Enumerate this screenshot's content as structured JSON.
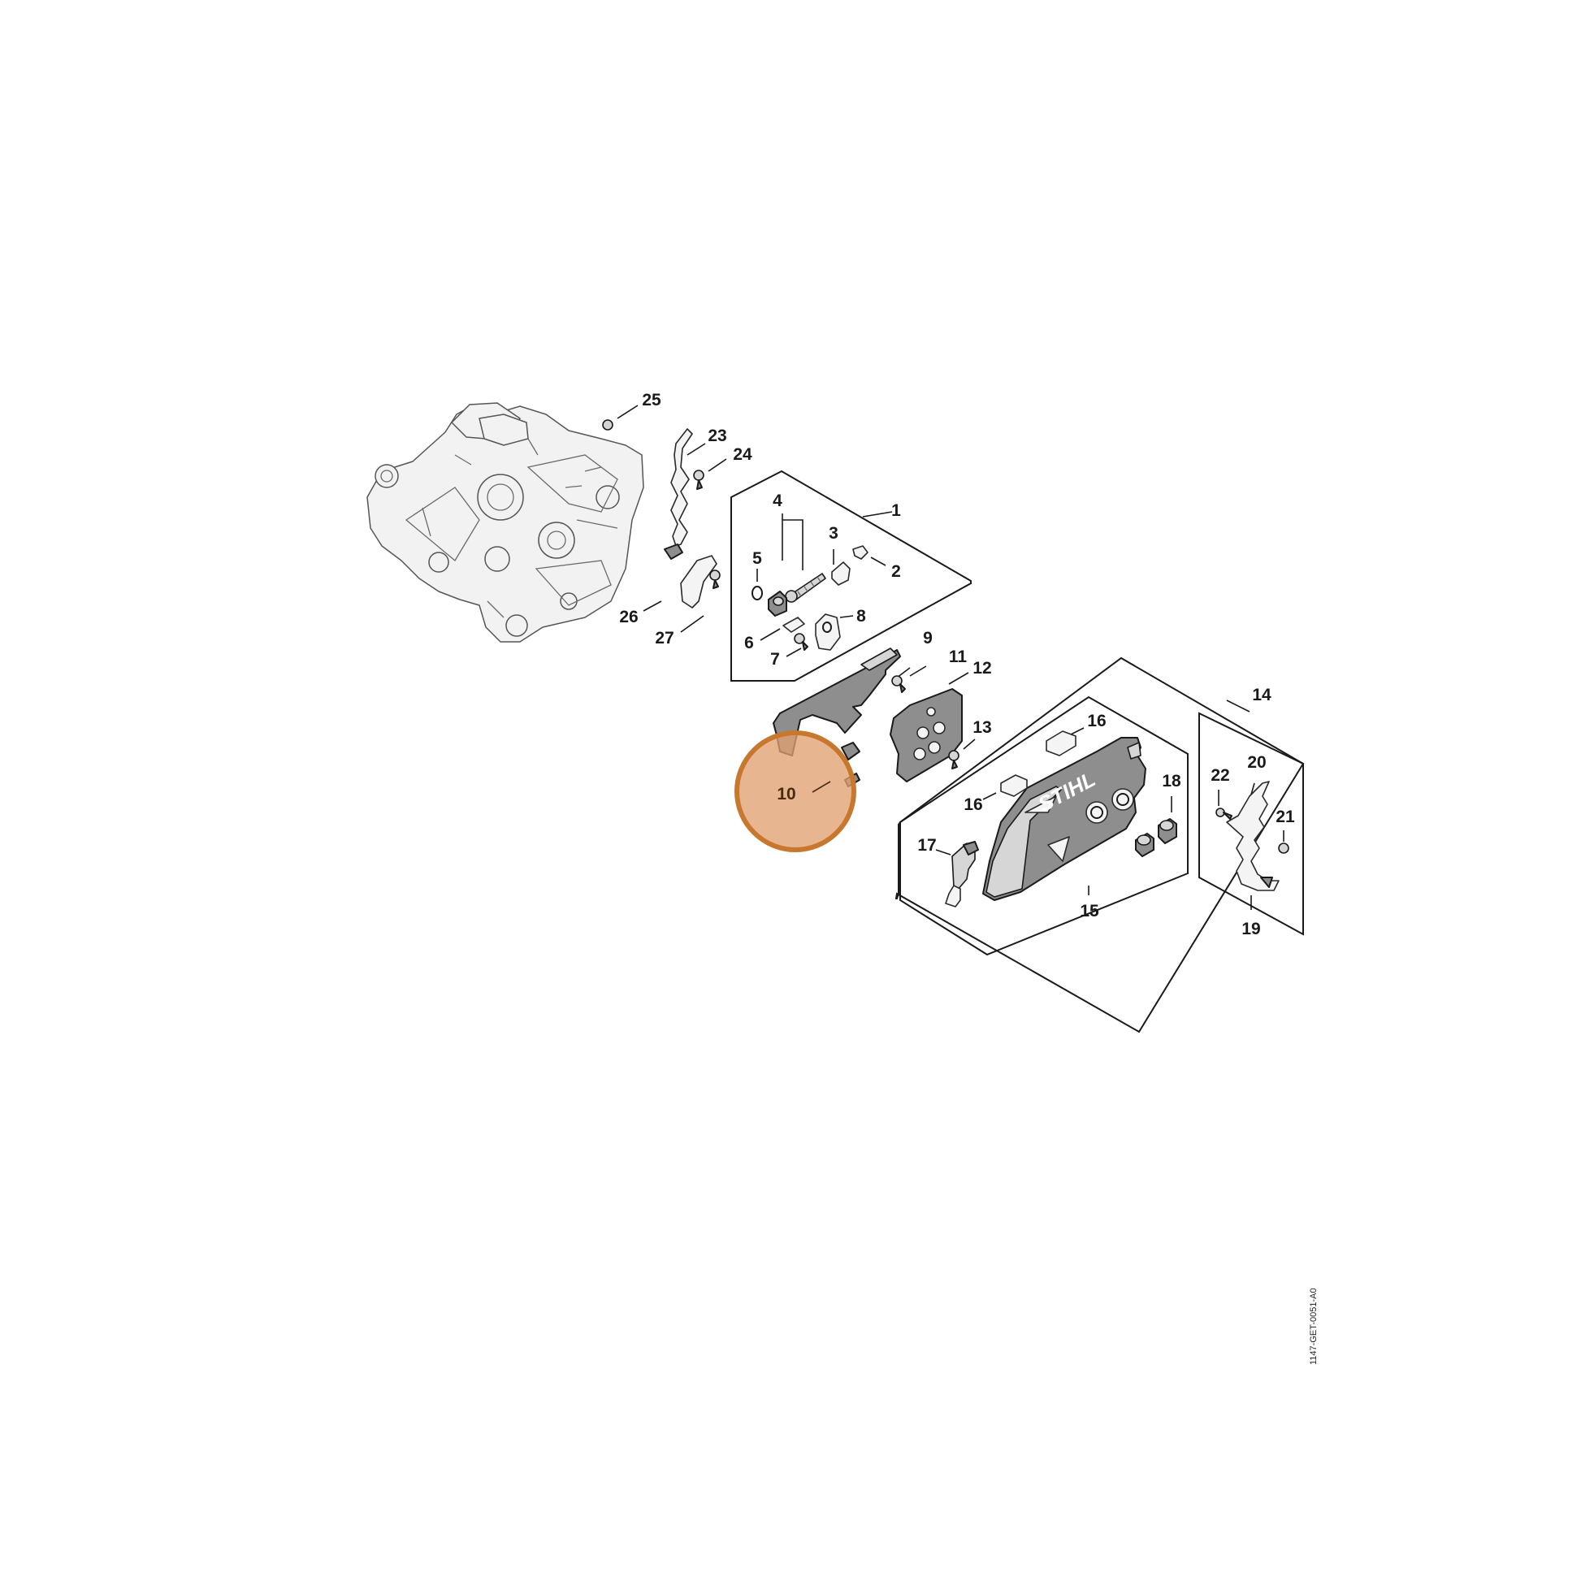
{
  "diagram": {
    "document_id": "1147-GET-0051-A0",
    "brand_logo_text": "STIHL",
    "highlight": {
      "part": "10",
      "color": "#e0a070",
      "ring_color": "#c8782e"
    },
    "callouts": [
      "1",
      "2",
      "3",
      "4",
      "5",
      "6",
      "7",
      "8",
      "9",
      "10",
      "11",
      "12",
      "13",
      "14",
      "15",
      "16",
      "16",
      "17",
      "18",
      "19",
      "20",
      "21",
      "22",
      "23",
      "24",
      "25",
      "26",
      "27"
    ]
  }
}
